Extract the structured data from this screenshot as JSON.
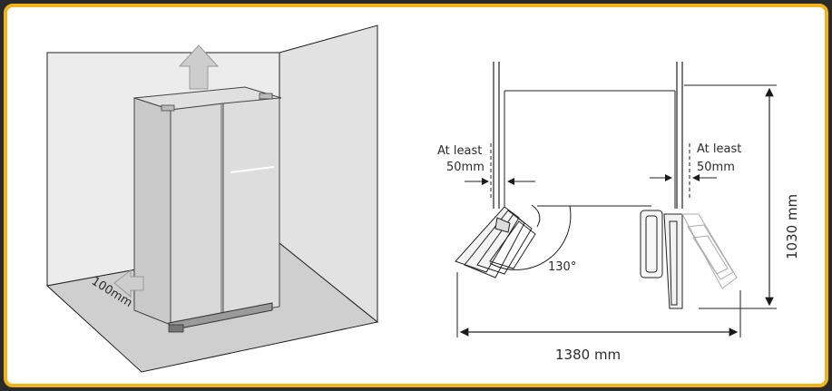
{
  "diagram": {
    "left_view": {
      "clearance_side_label": "100mm"
    },
    "right_view": {
      "left_clearance": {
        "line1": "At least",
        "line2": "50mm"
      },
      "right_clearance": {
        "line1": "At least",
        "line2": "50mm"
      },
      "door_angle": "130°",
      "width_dimension": "1380 mm",
      "depth_dimension": "1030 mm"
    }
  },
  "colors": {
    "frame_border": "#f2b316",
    "arrow_fill": "#c9c9c9",
    "floor": "#c8c8c8",
    "room": "#e6e6e6",
    "fridge_body": "#d9d9d9"
  }
}
